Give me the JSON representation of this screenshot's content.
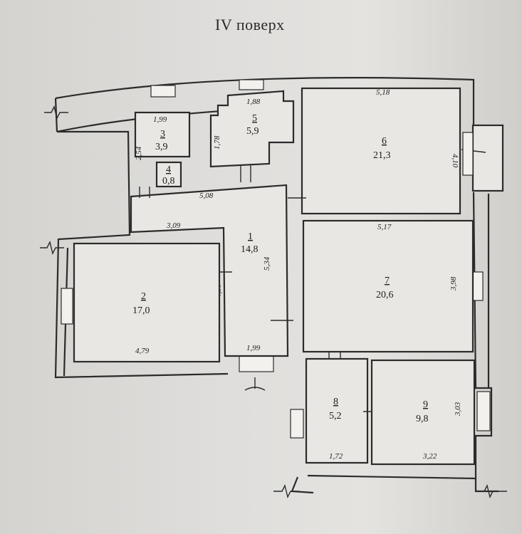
{
  "title": "IV поверх",
  "rooms": [
    {
      "id": "room-1",
      "number": "1",
      "area": "14,8"
    },
    {
      "id": "room-2",
      "number": "2",
      "area": "17,0"
    },
    {
      "id": "room-3",
      "number": "3",
      "area": "3,9"
    },
    {
      "id": "room-4",
      "number": "4",
      "area": "0,8"
    },
    {
      "id": "room-5",
      "number": "5",
      "area": "5,9"
    },
    {
      "id": "room-6",
      "number": "6",
      "area": "21,3"
    },
    {
      "id": "room-7",
      "number": "7",
      "area": "20,6"
    },
    {
      "id": "room-8",
      "number": "8",
      "area": "5,2"
    },
    {
      "id": "room-9",
      "number": "9",
      "area": "9,8"
    }
  ],
  "dimensions": {
    "d_1_99_top": "1,99",
    "d_2_54": "2,54",
    "d_1_88": "1,88",
    "d_1_78": "1,78",
    "d_5_18": "5,18",
    "d_4_10": "4,10",
    "d_5_08": "5,08",
    "d_3_09": "3,09",
    "d_5_34": "5,34",
    "d_4_00": "4,00",
    "d_4_79": "4,79",
    "d_1_99_bottom": "1,99",
    "d_5_17": "5,17",
    "d_3_98": "3,98",
    "d_1_72": "1,72",
    "d_3_22": "3,22",
    "d_3_03": "3,03"
  }
}
